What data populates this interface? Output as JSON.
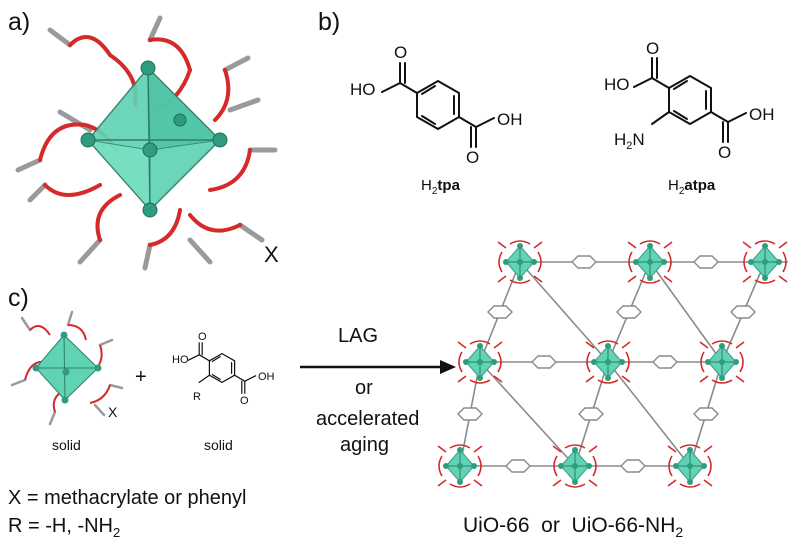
{
  "panels": {
    "a": "a)",
    "b": "b)",
    "c": "c)"
  },
  "cluster": {
    "x_label": "X",
    "colors": {
      "polyhedron": "#5fd3b4",
      "zr_atom": "#2f9b7f",
      "oxygen": "#d42a2a",
      "carbon": "#9a9a9a"
    }
  },
  "molecules": {
    "tpa": {
      "ho": "HO",
      "oh": "OH",
      "o": "O",
      "name_prefix": "H",
      "name_sub": "2",
      "name_bold": "tpa"
    },
    "atpa": {
      "ho": "HO",
      "oh": "OH",
      "o": "O",
      "nh2_prefix": "H",
      "nh2_sub": "2",
      "nh2_n": "N",
      "name_prefix": "H",
      "name_sub": "2",
      "name_bold": "atpa"
    },
    "linker_r": {
      "ho": "HO",
      "oh": "OH",
      "o": "O",
      "r": "R"
    }
  },
  "reaction": {
    "x_label": "X",
    "plus": "+",
    "solid_cluster": "solid",
    "solid_linker": "solid",
    "arrow_line1": "LAG",
    "arrow_line2": "or",
    "arrow_line3": "accelerated",
    "arrow_line4": "aging"
  },
  "definitions": {
    "x_def": "X = methacrylate or phenyl",
    "r_def_main": "R = -H, -NH",
    "r_def_sub": "2"
  },
  "product": {
    "name_main": "UiO-66  or  UiO-66-NH",
    "name_sub": "2"
  }
}
